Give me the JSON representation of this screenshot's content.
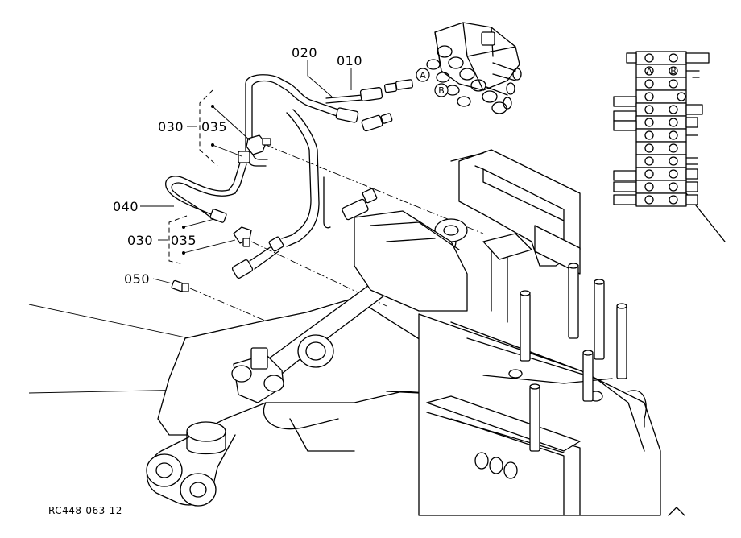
{
  "callouts": {
    "p010": "010",
    "p020": "020",
    "p030_upper": "030",
    "p035_upper": "035",
    "p040": "040",
    "p030_lower": "030",
    "p035_lower": "035",
    "p050": "050"
  },
  "ports": {
    "a": "A",
    "b": "B"
  },
  "valve_schematic": {
    "port_a": "A",
    "port_b": "B"
  },
  "drawing_code": "RC448-063-12"
}
